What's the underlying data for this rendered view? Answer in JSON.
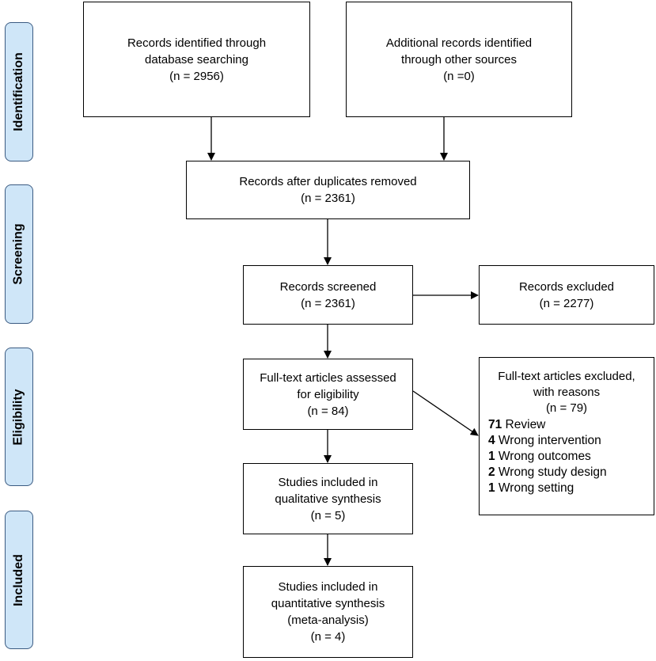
{
  "stages": [
    {
      "key": "identification",
      "label": "Identification"
    },
    {
      "key": "screening",
      "label": "Screening"
    },
    {
      "key": "eligibility",
      "label": "Eligibility"
    },
    {
      "key": "included",
      "label": "Included"
    }
  ],
  "boxes": {
    "identified_db": {
      "line1": "Records identified through",
      "line2": "database searching",
      "count": "(n = 2956)"
    },
    "identified_other": {
      "line1": "Additional records identified",
      "line2": "through other sources",
      "count": "(n =0)"
    },
    "after_duplicates": {
      "line1": "Records after duplicates removed",
      "count": "(n = 2361)"
    },
    "screened": {
      "line1": "Records screened",
      "count": "(n = 2361)"
    },
    "excluded": {
      "line1": "Records excluded",
      "count": "(n = 2277)"
    },
    "fulltext": {
      "line1": "Full-text articles assessed",
      "line2": "for eligibility",
      "count": "(n = 84)"
    },
    "qualitative": {
      "line1": "Studies included in",
      "line2": "qualitative synthesis",
      "count": "(n = 5)"
    },
    "quantitative": {
      "line1": "Studies included in",
      "line2": "quantitative synthesis",
      "line3": "(meta-analysis)",
      "count": "(n = 4)"
    }
  },
  "fulltext_excluded": {
    "line1": "Full-text articles excluded,",
    "line2": "with reasons",
    "count": "(n = 79)",
    "reasons": [
      {
        "num": "71",
        "text": " Review"
      },
      {
        "num": "4",
        "text": " Wrong intervention"
      },
      {
        "num": "1",
        "text": " Wrong outcomes"
      },
      {
        "num": "2",
        "text": " Wrong study design"
      },
      {
        "num": "1",
        "text": " Wrong setting"
      }
    ]
  }
}
